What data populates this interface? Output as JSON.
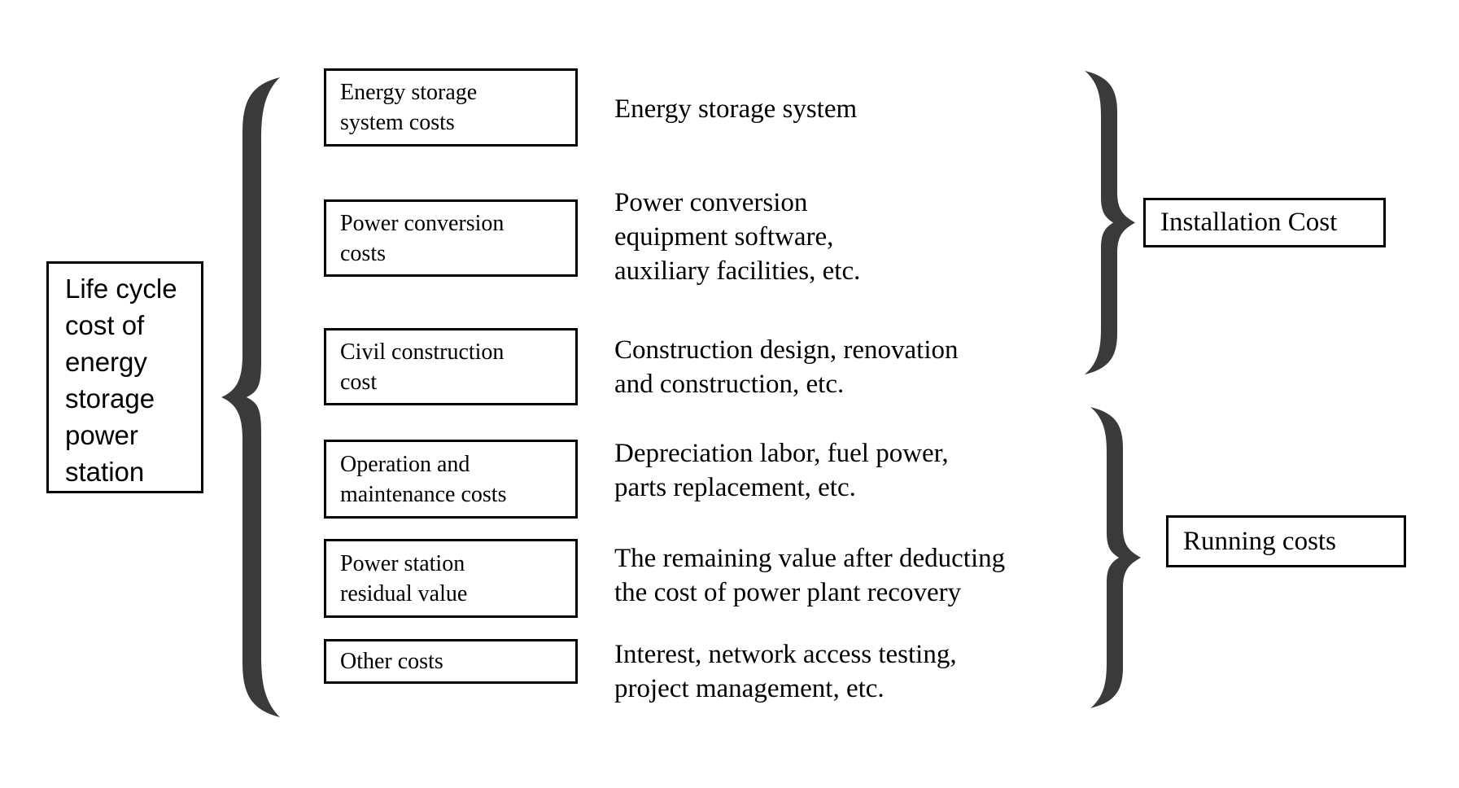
{
  "diagram": {
    "root": {
      "label": "Life cycle\ncost of\nenergy\nstorage\npower\nstation"
    },
    "items": [
      {
        "box": "Energy storage\nsystem costs",
        "desc": "Energy storage system"
      },
      {
        "box": "Power conversion\ncosts",
        "desc": "Power conversion\nequipment software,\nauxiliary facilities, etc."
      },
      {
        "box": "Civil construction\ncost",
        "desc": "Construction design, renovation\nand construction, etc."
      },
      {
        "box": "Operation and\nmaintenance costs",
        "desc": "Depreciation labor, fuel power,\nparts replacement, etc."
      },
      {
        "box": "Power station\nresidual value",
        "desc": "The remaining value after deducting\nthe cost of power plant recovery"
      },
      {
        "box": "Other costs",
        "desc": "Interest, network access testing,\nproject management, etc."
      }
    ],
    "groups": [
      {
        "label": "Installation Cost"
      },
      {
        "label": "Running costs"
      }
    ],
    "colors": {
      "background": "#ffffff",
      "text": "#000000",
      "box_border": "#000000",
      "brace": "#3a3a3a"
    }
  }
}
